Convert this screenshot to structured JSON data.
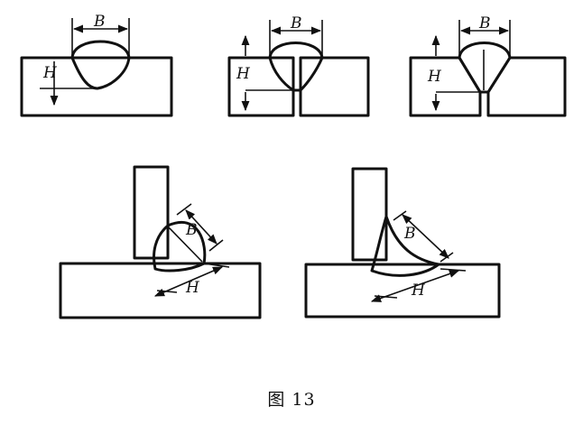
{
  "labels": {
    "width": "B",
    "depth": "H"
  },
  "caption": "图 13"
}
